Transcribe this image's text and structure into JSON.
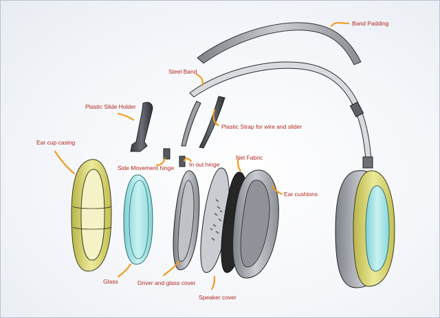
{
  "colors": {
    "label_text": "#b3261e",
    "arrow": "#f39a1e",
    "casing_yellow": "#d7d36a",
    "glass_cyan": "#9fe3e3",
    "part_gray": "#a6a9ae",
    "net_fabric": "#2a2a2a",
    "outline": "#222222"
  },
  "labels": {
    "band_padding": "Band Padding",
    "steel_band": "Steel Band",
    "plastic_slide_holder": "Plastic Slide Holder",
    "plastic_strap": "Plastic Strap for wire and slider",
    "ear_cup_casing": "Ear cup casing",
    "side_movement_hinge": "Side Movement hinge",
    "in_out_hinge": "In out hinge",
    "net_fabric": "Net Fabric",
    "ear_cushions": "Ear cushions",
    "glass": "Glass",
    "driver_and_glass_cover": "Driver and glass cover",
    "speaker_cover": "Speaker cover"
  },
  "icons": [
    "curved-arrow-icon"
  ]
}
